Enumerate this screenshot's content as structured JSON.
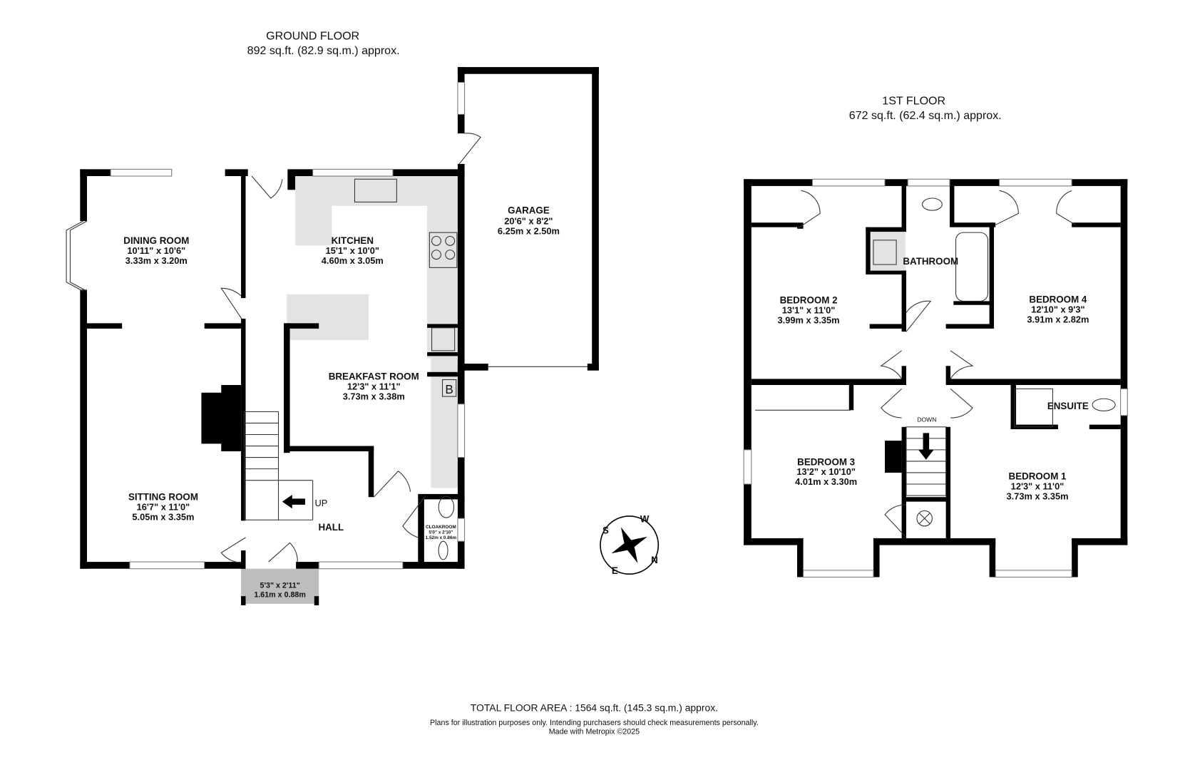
{
  "ground_floor": {
    "title": "GROUND FLOOR",
    "area": "892 sq.ft. (82.9 sq.m.) approx.",
    "rooms": {
      "dining": {
        "name": "DINING ROOM",
        "imperial": "10'11\"  x 10'6\"",
        "metric": "3.33m  x 3.20m"
      },
      "kitchen": {
        "name": "KITCHEN",
        "imperial": "15'1\"  x 10'0\"",
        "metric": "4.60m  x 3.05m"
      },
      "garage": {
        "name": "GARAGE",
        "imperial": "20'6\"  x 8'2\"",
        "metric": "6.25m  x 2.50m"
      },
      "breakfast": {
        "name": "BREAKFAST ROOM",
        "imperial": "12'3\"  x 11'1\"",
        "metric": "3.73m  x 3.38m"
      },
      "sitting": {
        "name": "SITTING ROOM",
        "imperial": "16'7\"  x 11'0\"",
        "metric": "5.05m  x 3.35m"
      },
      "hall": {
        "name": "HALL"
      },
      "porch": {
        "imperial": "5'3\"  x 2'11\"",
        "metric": "1.61m  x 0.88m"
      },
      "cloakroom": {
        "name": "CLOAKROOM",
        "imperial": "5'0\"  x 2'10\"",
        "metric": "1.52m  x 0.86m"
      }
    },
    "stairs_label": "UP",
    "boiler_label": "B"
  },
  "first_floor": {
    "title": "1ST FLOOR",
    "area": "672 sq.ft. (62.4 sq.m.) approx.",
    "rooms": {
      "bedroom2": {
        "name": "BEDROOM 2",
        "imperial": "13'1\"  x 11'0\"",
        "metric": "3.99m  x 3.35m"
      },
      "bathroom": {
        "name": "BATHROOM"
      },
      "bedroom4": {
        "name": "BEDROOM 4",
        "imperial": "12'10\"  x 9'3\"",
        "metric": "3.91m  x 2.82m"
      },
      "bedroom3": {
        "name": "BEDROOM 3",
        "imperial": "13'2\"  x 10'10\"",
        "metric": "4.01m  x 3.30m"
      },
      "ensuite": {
        "name": "ENSUITE"
      },
      "bedroom1": {
        "name": "BEDROOM 1",
        "imperial": "12'3\"  x 11'0\"",
        "metric": "3.73m  x 3.35m"
      }
    },
    "stairs_label": "DOWN"
  },
  "compass": {
    "icon": "compass-rose-icon",
    "labels": {
      "s": "S",
      "w": "W",
      "n": "N",
      "e": "E"
    }
  },
  "footer": {
    "total": "TOTAL FLOOR AREA : 1564 sq.ft. (145.3 sq.m.) approx.",
    "disclaimer": "Plans for illustration purposes only. Intending purchasers should check measurements personally.",
    "credit": "Made with Metropix ©2025"
  }
}
